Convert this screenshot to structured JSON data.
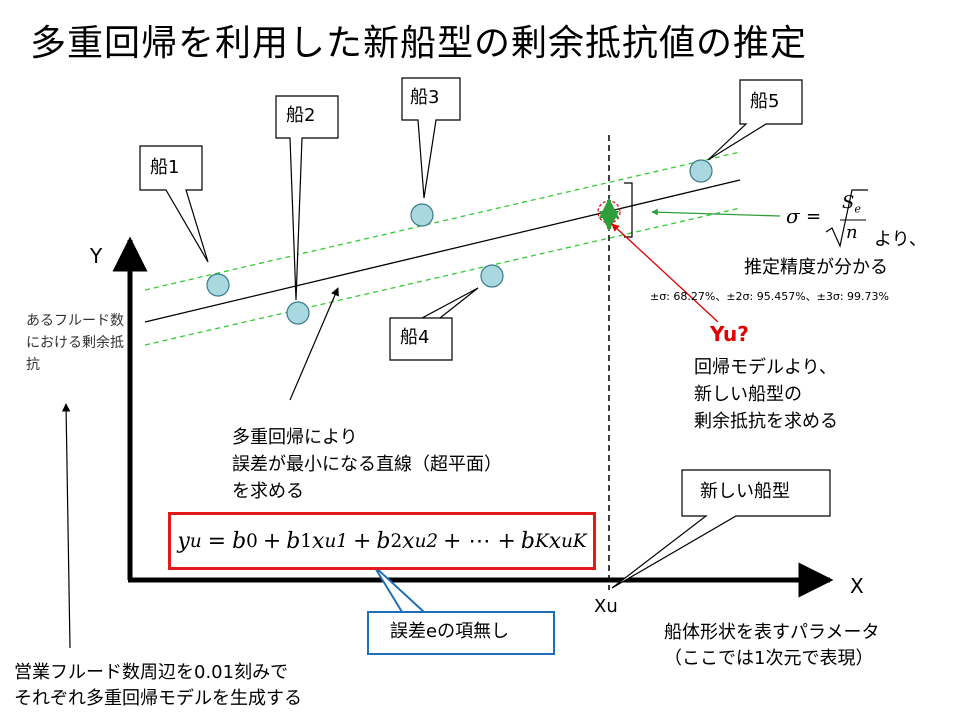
{
  "title": "多重回帰を利用した新船型の剰余抵抗値の推定",
  "axes": {
    "y": "Y",
    "x": "X",
    "xu": "Xu"
  },
  "y_description": "あるフルード数における剰余抵抗",
  "ships": {
    "s1": "船1",
    "s2": "船2",
    "s3": "船3",
    "s4": "船4",
    "s5": "船5",
    "new": "新しい船型"
  },
  "regression_note": {
    "line1": "多重回帰により",
    "line2": "誤差が最小になる直線（超平面）",
    "line3": "を求める"
  },
  "formula": {
    "y": "y",
    "y_sub": "u",
    "eq": "=",
    "b0": "b",
    "b0_sub": "0",
    "plus": "+",
    "b1": "b",
    "b1_sub": "1",
    "x1": "x",
    "x1_sub": "u1",
    "b2": "b",
    "b2_sub": "2",
    "x2": "x",
    "x2_sub": "u2",
    "dots": "+ ⋯ +",
    "bk": "b",
    "bk_sub": "K",
    "xk": "x",
    "xk_sub": "uK"
  },
  "no_error_term": "誤差eの項無し",
  "yu_label": "Yu?",
  "yu_note": {
    "line1": "回帰モデルより、",
    "line2": "新しい船型の",
    "line3": "剰余抵抗を求める"
  },
  "sigma": {
    "symbol": "σ",
    "eq": "=",
    "numerator": "S",
    "numerator_sub": "e",
    "denominator": "n",
    "suffix": "より、",
    "line2": "推定精度が分かる",
    "ranges": "±σ: 68.27%、±2σ: 95.457%、±3σ: 99.73%"
  },
  "bottom_left": {
    "line1": "営業フルード数周辺を0.01刻みで",
    "line2": "それぞれ多重回帰モデルを生成する"
  },
  "bottom_right": {
    "line1": "船体形状を表すパラメータ",
    "line2": "（ここでは1次元で表現）"
  },
  "colors": {
    "point_fill": "#a9d8e0",
    "band": "#33cc33",
    "arrow_green": "#2e9e3a",
    "red_accent": "#e00000",
    "formula_border": "#e21a1a",
    "blue_callout": "#1f6fb8"
  }
}
